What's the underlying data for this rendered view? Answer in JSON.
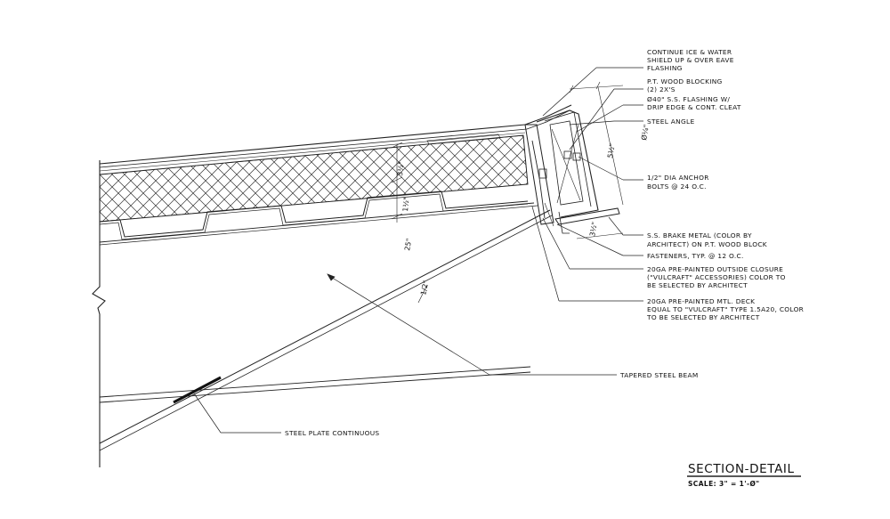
{
  "notes": [
    {
      "id": "ice-water",
      "lines": [
        "CONTINUE ICE & WATER",
        "SHIELD UP & OVER EAVE",
        "FLASHING"
      ]
    },
    {
      "id": "wood-blocking",
      "lines": [
        "P.T. WOOD BLOCKING",
        "(2) 2X'S"
      ]
    },
    {
      "id": "ss-flashing",
      "lines": [
        "Ø40\" S.S. FLASHING W/",
        "DRIP EDGE & CONT. CLEAT"
      ]
    },
    {
      "id": "steel-angle",
      "lines": [
        "STEEL ANGLE"
      ]
    },
    {
      "id": "anchor-bolts",
      "lines": [
        "1/2\" DIA ANCHOR",
        "BOLTS @ 24 O.C."
      ]
    },
    {
      "id": "brake-metal",
      "lines": [
        "S.S. BRAKE METAL (COLOR BY",
        "ARCHITECT) ON P.T. WOOD BLOCK"
      ]
    },
    {
      "id": "fasteners",
      "lines": [
        "FASTENERS, TYP. @ 12 O.C."
      ]
    },
    {
      "id": "outside-closure",
      "lines": [
        "20GA PRE-PAINTED OUTSIDE CLOSURE",
        "(\"VULCRAFT\" ACCESSORIES) COLOR TO",
        "BE SELECTED BY ARCHITECT"
      ]
    },
    {
      "id": "mtl-deck",
      "lines": [
        "20GA PRE-PAINTED MTL. DECK",
        "EQUAL TO \"VULCRAFT\" TYPE 1.5A20, COLOR",
        "TO BE SELECTED BY ARCHITECT"
      ]
    },
    {
      "id": "tapered-beam",
      "lines": [
        "TAPERED STEEL BEAM"
      ]
    },
    {
      "id": "steel-plate",
      "lines": [
        "STEEL PLATE CONTINUOUS"
      ]
    }
  ],
  "dimensions": {
    "insulation": "3½\"",
    "deck": "1½\"",
    "beam_depth": "25\"",
    "plate": "1/2\"",
    "edge_top": "Ø¼\"",
    "edge_side": "5½\"",
    "edge_bottom": "3½\""
  },
  "title": {
    "name": "SECTION-DETAIL",
    "scale": "SCALE: 3\" = 1'-Ø\""
  }
}
